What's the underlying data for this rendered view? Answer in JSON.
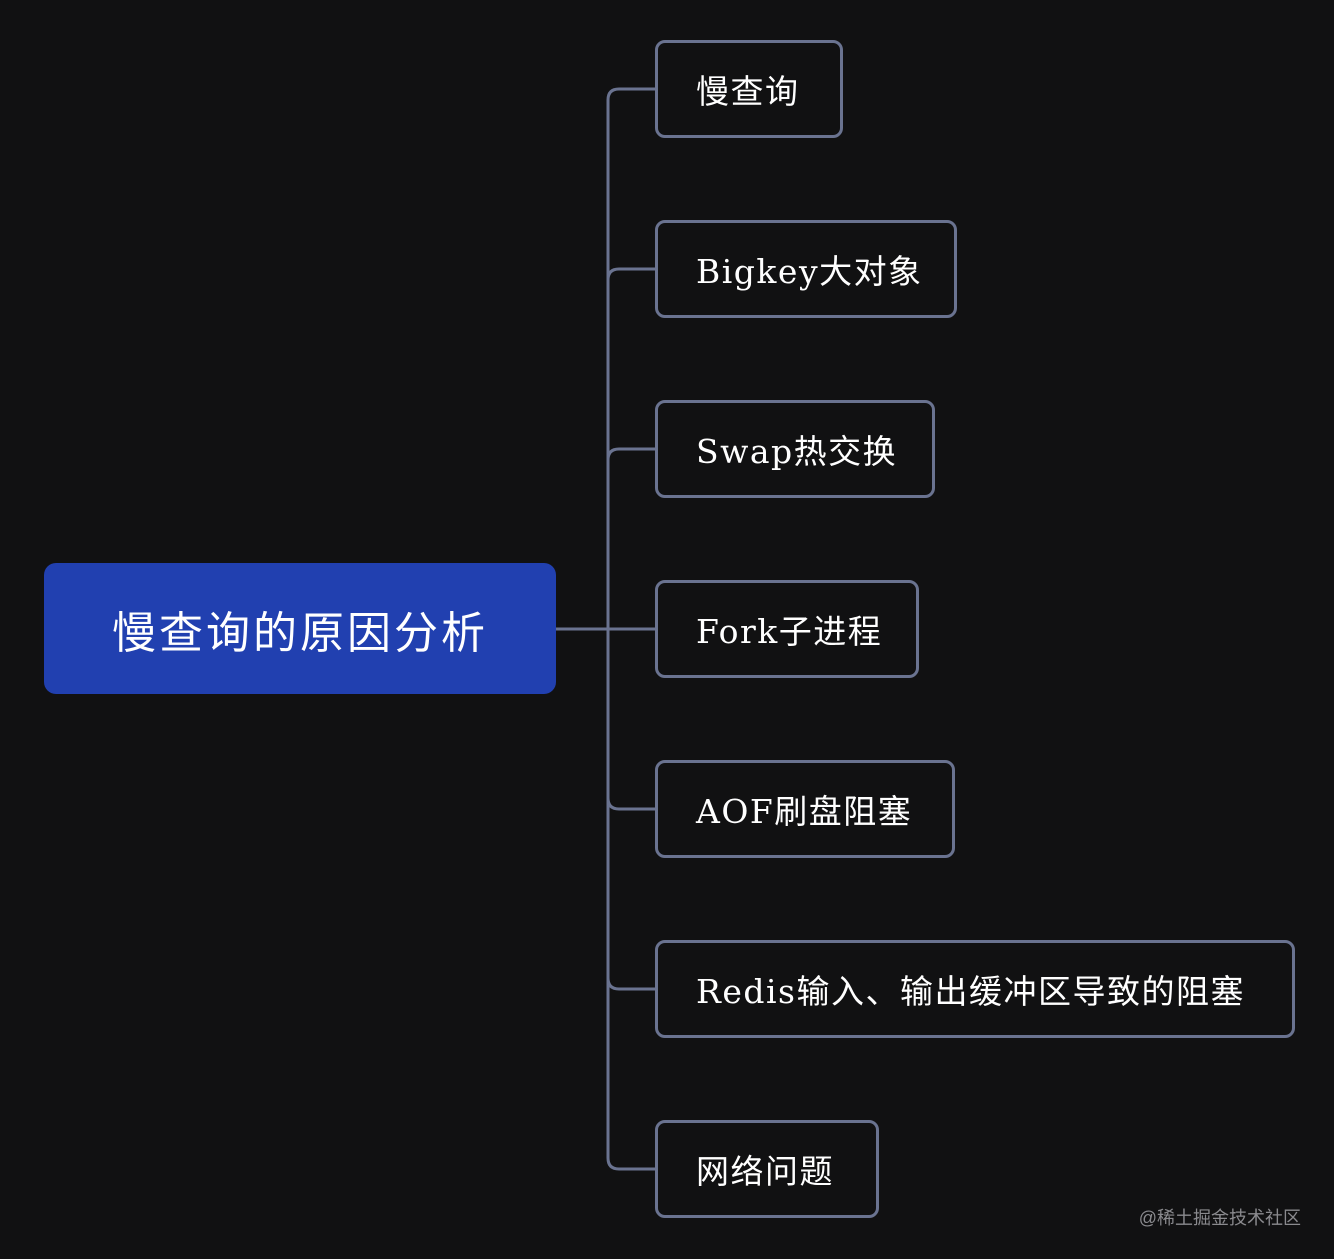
{
  "root": {
    "label": "慢查询的原因分析"
  },
  "children": [
    {
      "label": "慢查询"
    },
    {
      "label": "Bigkey大对象"
    },
    {
      "label": "Swap热交换"
    },
    {
      "label": "Fork子进程"
    },
    {
      "label": "AOF刷盘阻塞"
    },
    {
      "label": "Redis输入、输出缓冲区导致的阻塞"
    },
    {
      "label": "网络问题"
    }
  ],
  "watermark": "@稀土掘金技术社区",
  "colors": {
    "background": "#111112",
    "root_fill": "#2140b0",
    "node_border": "#6a7390",
    "connector": "#6a7390",
    "text": "#ffffff"
  }
}
